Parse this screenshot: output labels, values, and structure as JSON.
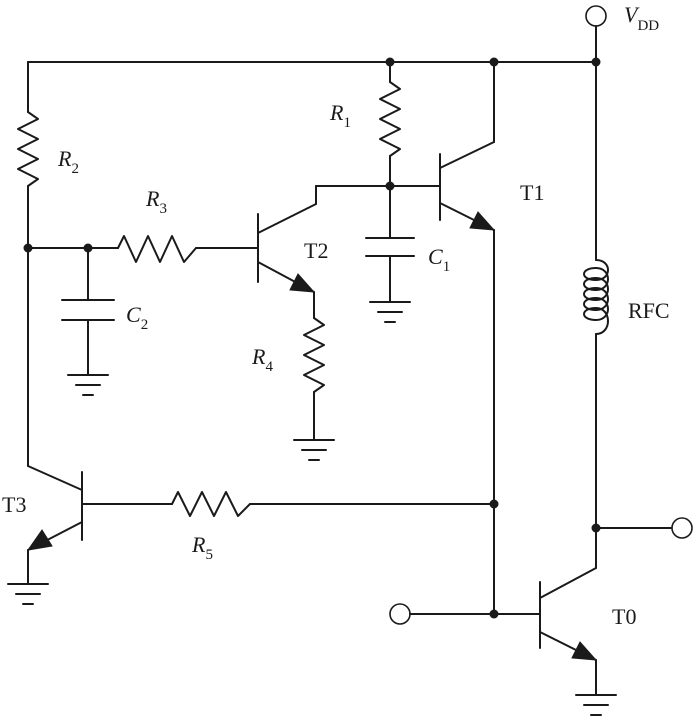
{
  "labels": {
    "vdd": "V",
    "vdd_sub": "DD",
    "r1": "R",
    "r1_sub": "1",
    "r2": "R",
    "r2_sub": "2",
    "r3": "R",
    "r3_sub": "3",
    "r4": "R",
    "r4_sub": "4",
    "r5": "R",
    "r5_sub": "5",
    "c1": "C",
    "c1_sub": "1",
    "c2": "C",
    "c2_sub": "2",
    "t0": "T0",
    "t1": "T1",
    "t2": "T2",
    "t3": "T3",
    "rfc": "RFC"
  }
}
